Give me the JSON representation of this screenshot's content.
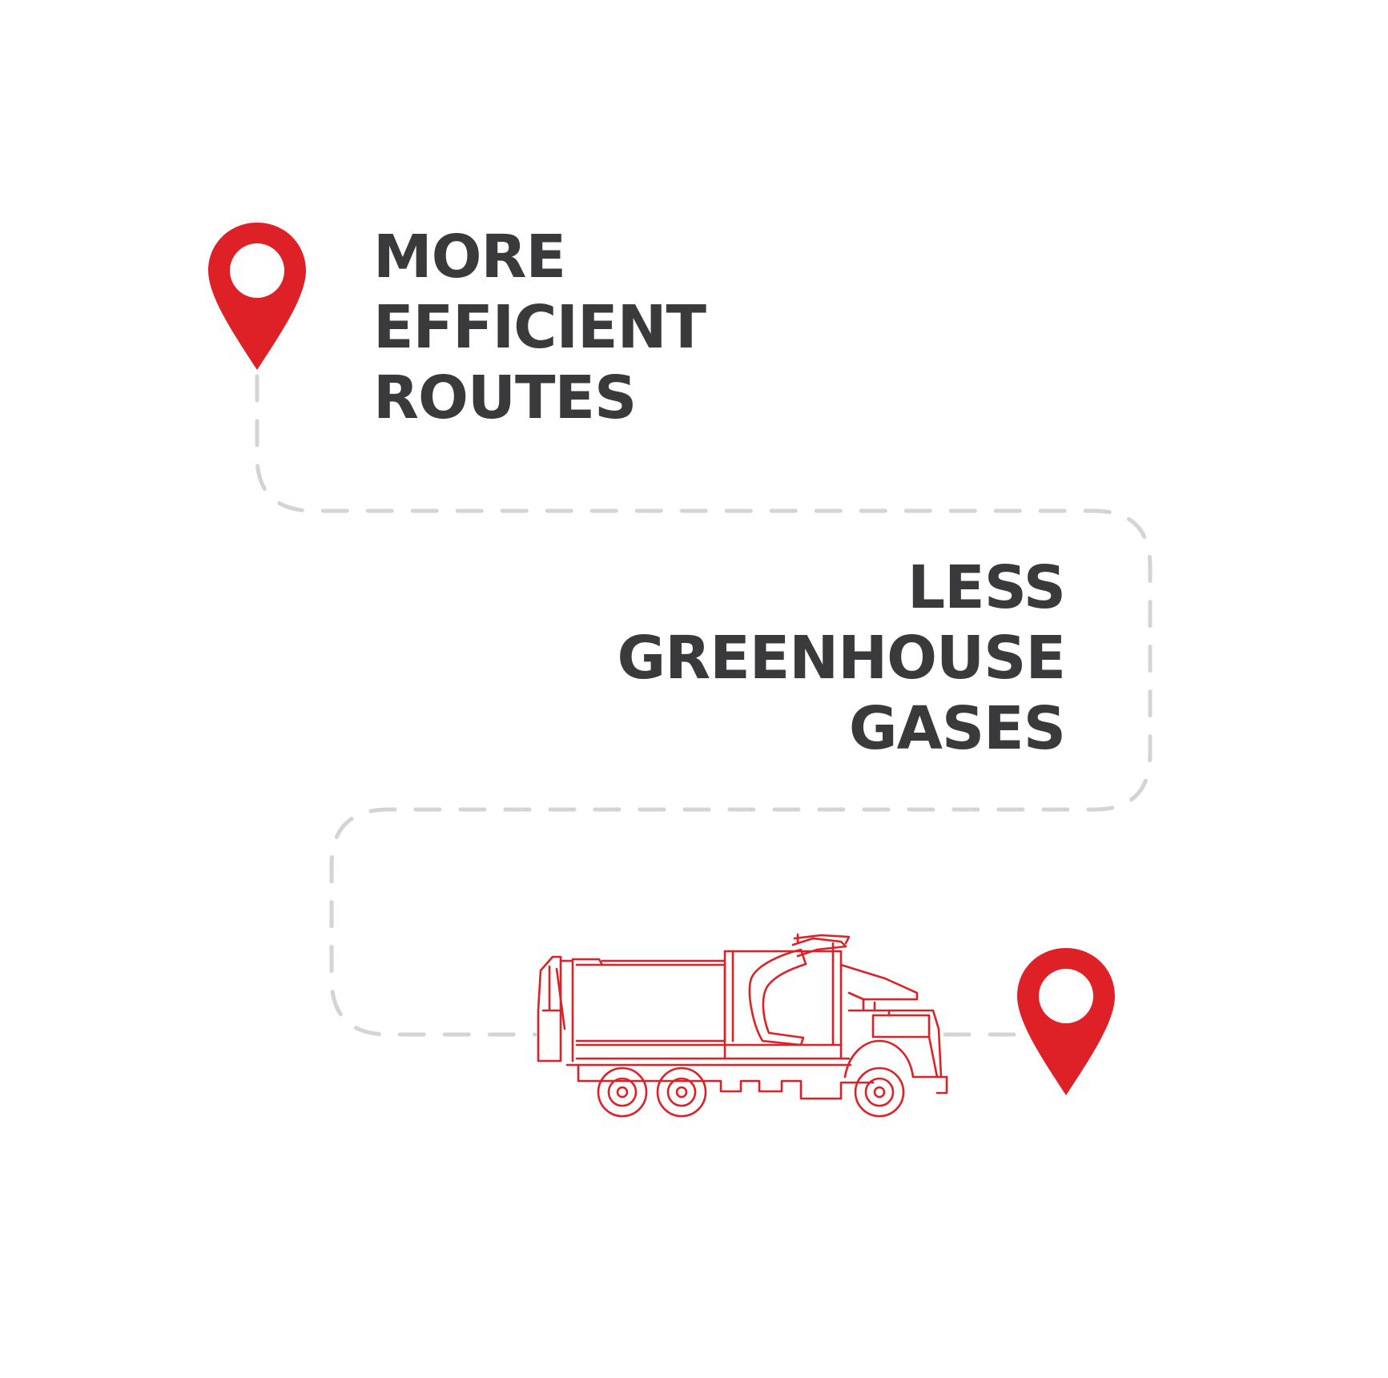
{
  "colors": {
    "accent": "#dd2127",
    "text": "#3a3a3c",
    "route_line": "#d4d4d4",
    "background": "#ffffff"
  },
  "labels": {
    "top": [
      "MORE",
      "EFFICIENT",
      "ROUTES"
    ],
    "middle": [
      "LESS",
      "GREENHOUSE",
      "GASES"
    ]
  },
  "icons": {
    "start": "map-pin-icon",
    "end": "map-pin-icon",
    "vehicle": "garbage-truck-icon"
  }
}
